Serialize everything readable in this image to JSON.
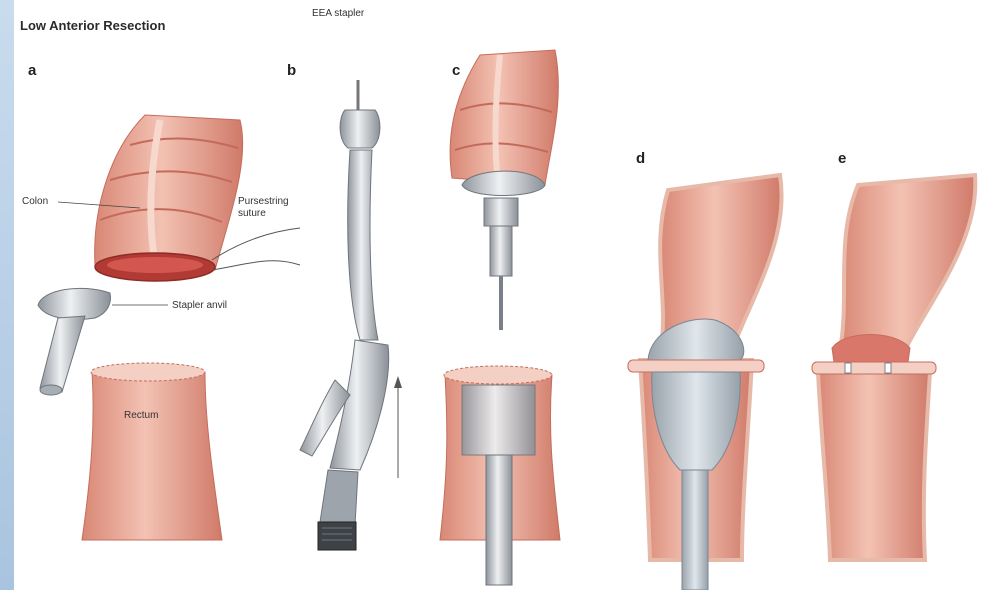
{
  "figure": {
    "title": "Low Anterior Resection",
    "panels": [
      "a",
      "b",
      "c",
      "d",
      "e"
    ],
    "labels": {
      "colon": "Colon",
      "purse_string": "Pursestring\nsuture",
      "anvil": "Stapler anvil",
      "rectum": "Rectum",
      "stapler": "EEA stapler"
    },
    "colors": {
      "tissue": "#e9a99a",
      "tissue_dark": "#c96b5c",
      "tissue_light": "#f6d3c7",
      "metal": "#c9ccd0",
      "metal_dark": "#8e9399",
      "lumen": "#b23a35"
    }
  }
}
